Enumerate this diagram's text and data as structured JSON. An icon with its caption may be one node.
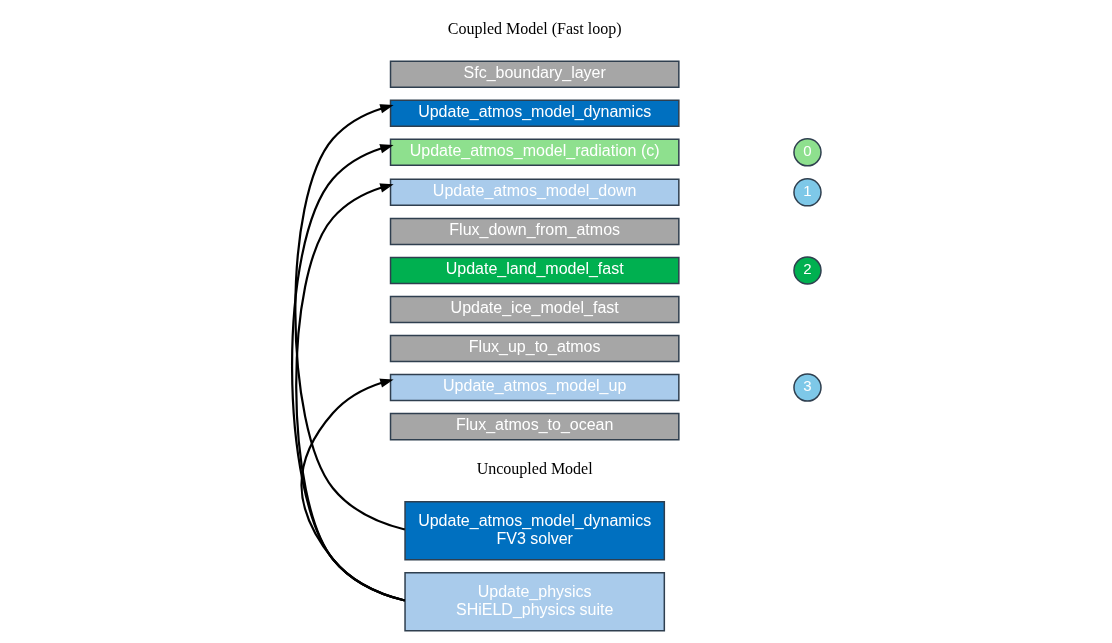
{
  "diagram": {
    "nodes": [
      {
        "text": [
          "Update_atmos_model_dynamics",
          "FV3 solver"
        ]
      },
      {
        "text": [
          "Update_physics",
          "SHiELD_physics suite"
        ]
      },
      {
        "text": [
          "Sfc_boundary_layer"
        ]
      },
      {
        "text": [
          "Update_atmos_model_dynamics"
        ]
      },
      {
        "text": [
          "Update_atmos_model_radiation (c)"
        ]
      },
      {
        "text": [
          "Update_atmos_model_down"
        ]
      },
      {
        "text": [
          "Flux_down_from_atmos"
        ]
      },
      {
        "text": [
          "Update_land_model_fast"
        ]
      },
      {
        "text": [
          "Update_ice_model_fast"
        ]
      },
      {
        "text": [
          "Flux_up_to_atmos"
        ]
      },
      {
        "text": [
          "Update_atmos_model_up"
        ]
      },
      {
        "text": [
          "Flux_atmos_to_ocean"
        ]
      },
      {
        "text": [
          "0"
        ]
      },
      {
        "text": [
          "1"
        ]
      },
      {
        "text": [
          "2"
        ]
      },
      {
        "text": [
          "3"
        ]
      }
    ],
    "edges": [
      {
        "from": 0,
        "to": 3,
        "arrow": "to"
      },
      {
        "from": 1,
        "to": 4,
        "arrow": "to"
      },
      {
        "from": 1,
        "to": 5,
        "arrow": "to"
      },
      {
        "from": 1,
        "to": 10,
        "arrow": "to"
      }
    ],
    "labels": [
      "Coupled Model (Fast loop)",
      "Uncoupled Model"
    ]
  }
}
